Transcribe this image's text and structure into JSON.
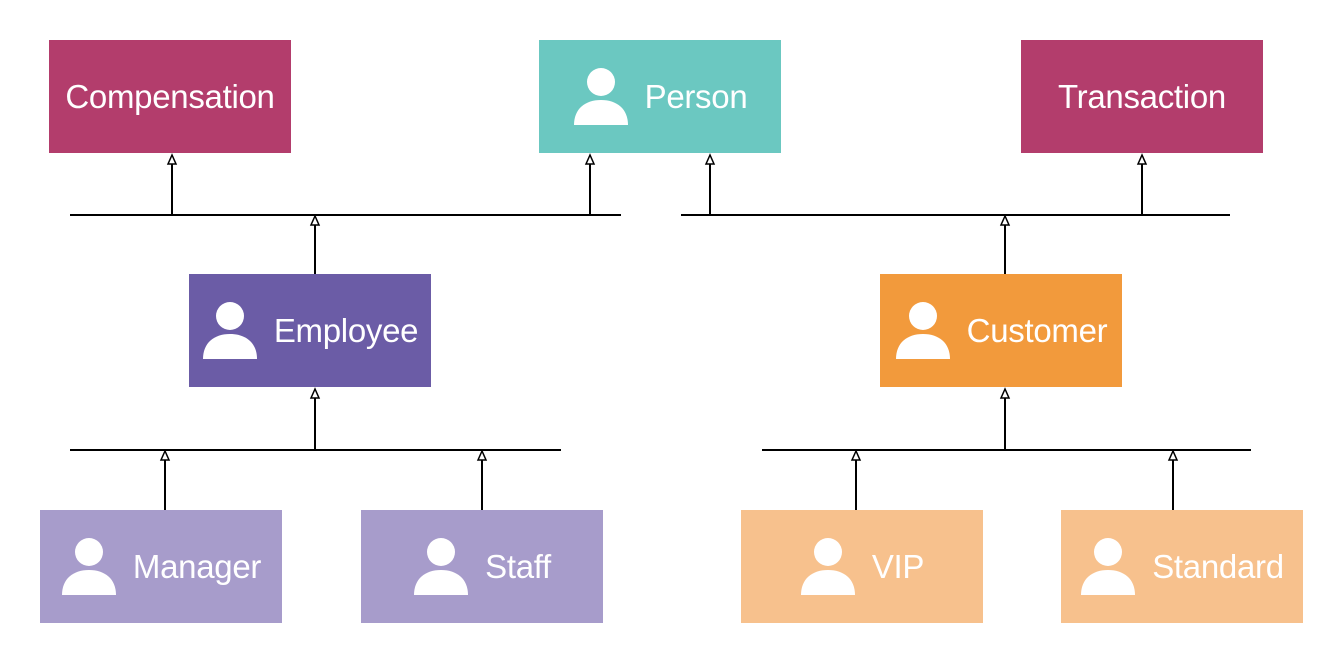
{
  "colors": {
    "crimson": "#b33d6c",
    "teal": "#6bc8c1",
    "purple": "#6b5ca6",
    "lavender": "#a79ccb",
    "orange": "#f29a3c",
    "peach": "#f7c18d",
    "line": "#000000"
  },
  "nodes": {
    "compensation": {
      "label": "Compensation",
      "icon": "none"
    },
    "person": {
      "label": "Person",
      "icon": "person-icon"
    },
    "transaction": {
      "label": "Transaction",
      "icon": "none"
    },
    "employee": {
      "label": "Employee",
      "icon": "person-icon"
    },
    "customer": {
      "label": "Customer",
      "icon": "person-icon"
    },
    "manager": {
      "label": "Manager",
      "icon": "person-icon"
    },
    "staff": {
      "label": "Staff",
      "icon": "person-icon"
    },
    "vip": {
      "label": "VIP",
      "icon": "person-icon"
    },
    "standard": {
      "label": "Standard",
      "icon": "person-icon"
    }
  },
  "relations": [
    {
      "child": "employee",
      "parents": [
        "compensation",
        "person"
      ],
      "type": "inheritance"
    },
    {
      "child": "customer",
      "parents": [
        "person",
        "transaction"
      ],
      "type": "inheritance"
    },
    {
      "child": "manager",
      "parents": [
        "employee"
      ],
      "type": "inheritance"
    },
    {
      "child": "staff",
      "parents": [
        "employee"
      ],
      "type": "inheritance"
    },
    {
      "child": "vip",
      "parents": [
        "customer"
      ],
      "type": "inheritance"
    },
    {
      "child": "standard",
      "parents": [
        "customer"
      ],
      "type": "inheritance"
    }
  ]
}
